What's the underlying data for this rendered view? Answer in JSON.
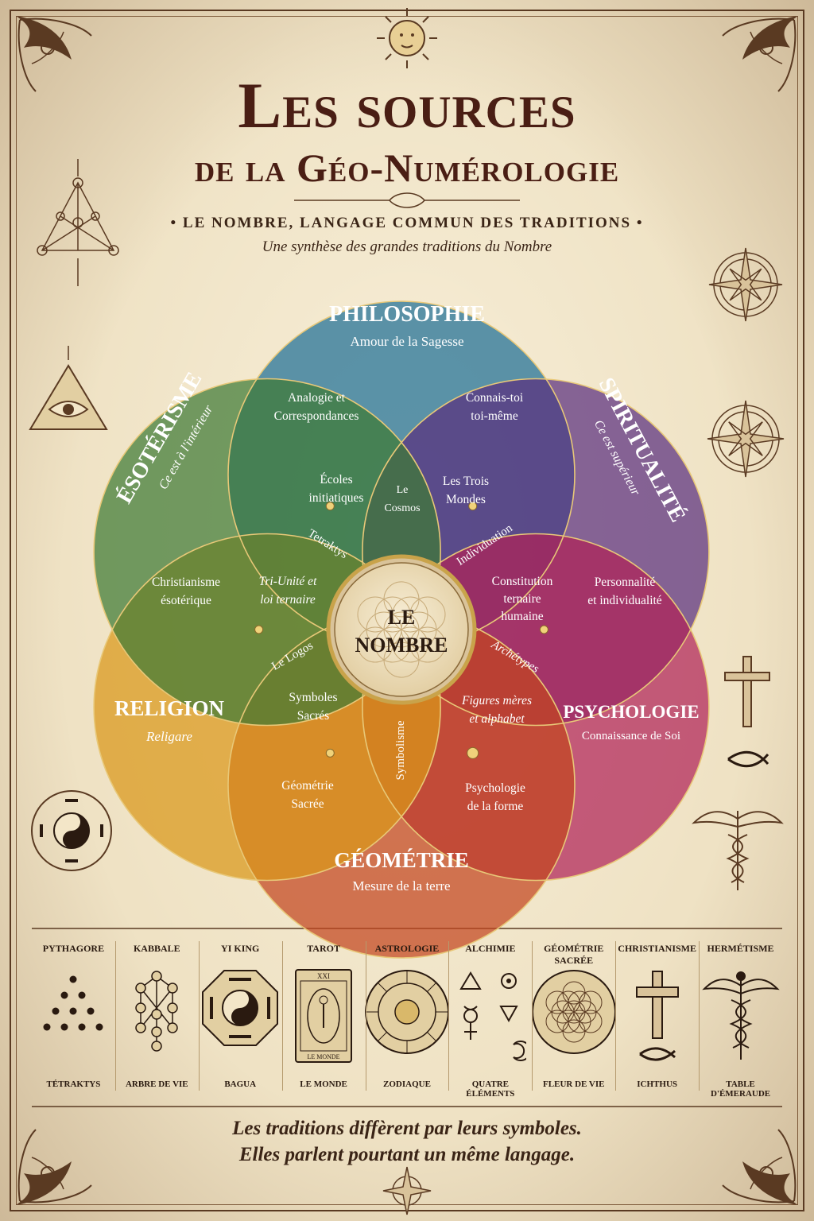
{
  "title": {
    "line1": "Les sources",
    "line2": "de la Géo-Numérologie",
    "subtitle": "LE NOMBRE, LANGAGE COMMUN DES TRADITIONS",
    "tagline": "Une synthèse des grandes traditions du Nombre"
  },
  "center": {
    "line1": "LE",
    "line2": "NOMBRE"
  },
  "domains": [
    {
      "id": "philosophie",
      "name": "PHILOSOPHIE",
      "motto": "Amour de la Sagesse",
      "color": "#1f6f95"
    },
    {
      "id": "spiritualite",
      "name": "SPIRITUALITÉ",
      "motto": "Ce est supérieur",
      "color": "#5a2f7e"
    },
    {
      "id": "psychologie",
      "name": "PSYCHOLOGIE",
      "motto": "Connaissance de Soi",
      "color": "#b02357"
    },
    {
      "id": "geometrie",
      "name": "GÉOMÉTRIE",
      "motto": "Mesure de la terre",
      "color": "#c2451e"
    },
    {
      "id": "religion",
      "name": "RELIGION",
      "motto": "Religare",
      "color": "#d99719"
    },
    {
      "id": "esoterisme",
      "name": "ÉSOTÉRISME",
      "motto": "Ce est à l'intérieur",
      "color": "#3f7a35"
    }
  ],
  "pair_labels": {
    "esot_philo": [
      "Analogie et",
      "Correspondances"
    ],
    "philo_spirit": [
      "Connais-toi",
      "toi-même"
    ],
    "spirit_psy": [
      "Personnalité",
      "et individualité"
    ],
    "psy_geo": [
      "Psychologie",
      "de la forme"
    ],
    "geo_rel": [
      "Géométrie",
      "Sacrée"
    ],
    "rel_esot": [
      "Christianisme",
      "ésotérique"
    ]
  },
  "inner_labels": {
    "ecoles": [
      "Écoles",
      "initiatiques"
    ],
    "cosmos": [
      "Le",
      "Cosmos"
    ],
    "trois_mondes": [
      "Les Trois",
      "Mondes"
    ],
    "tri_unite": [
      "Tri-Unité et",
      "loi ternaire"
    ],
    "constitution": [
      "Constitution",
      "ternaire",
      "humaine"
    ],
    "symboles": [
      "Symboles",
      "Sacrés"
    ],
    "figures": [
      "Figures mères",
      "et alphabet"
    ]
  },
  "ring_labels": {
    "tetraktys": "Tetraktys",
    "individuation": "Individuation",
    "archetypes": "Archétypes",
    "symbolisme": "Symbolisme",
    "logos": "Le Logos"
  },
  "traditions": [
    {
      "name": "PYTHAGORE",
      "symbol": "TÉTRAKTYS",
      "icon": "tetraktys-icon"
    },
    {
      "name": "KABBALE",
      "symbol": "ARBRE DE VIE",
      "icon": "tree-of-life-icon"
    },
    {
      "name": "YI KING",
      "symbol": "BAGUA",
      "icon": "bagua-icon"
    },
    {
      "name": "TAROT",
      "symbol": "LE MONDE",
      "icon": "tarot-card-icon"
    },
    {
      "name": "ASTROLOGIE",
      "symbol": "ZODIAQUE",
      "icon": "zodiac-wheel-icon"
    },
    {
      "name": "ALCHIMIE",
      "symbol": "QUATRE ÉLÉMENTS",
      "icon": "alchemy-symbols-icon"
    },
    {
      "name": "GÉOMÉTRIE SACRÉE",
      "symbol": "FLEUR DE VIE",
      "icon": "flower-of-life-icon"
    },
    {
      "name": "CHRISTIANISME",
      "symbol": "ICHTHUS",
      "icon": "cross-icon"
    },
    {
      "name": "HERMÉTISME",
      "symbol": "TABLE D'ÉMERAUDE",
      "icon": "caduceus-icon"
    }
  ],
  "tarot_card": {
    "number": "XXI",
    "caption": "LE MONDE"
  },
  "footer": {
    "line1": "Les traditions diffèrent par leurs symboles.",
    "line2": "Elles parlent pourtant un même langage."
  }
}
